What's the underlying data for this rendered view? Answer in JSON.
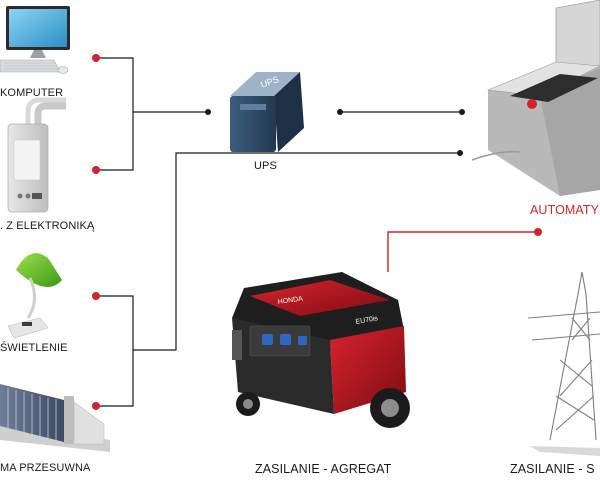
{
  "labels": {
    "computer": "KOMPUTER",
    "boiler": ". Z ELEKTRONIKĄ",
    "lamp": "ŚWIETLENIE",
    "gate": "MA PRZESUWNA",
    "ups": "UPS",
    "automation": "AUTOMATY",
    "generator": "ZASILANIE - AGREGAT",
    "grid": "ZASILANIE - S"
  },
  "ups_box_text": "UPS",
  "generator_brand": "HONDA",
  "generator_model": "EU70is",
  "colors": {
    "line": "#1a1a1a",
    "dot": "#d6232a",
    "accent_red": "#d6232a",
    "generator_red": "#b3121c",
    "ups_blue": "#2f4a66"
  }
}
